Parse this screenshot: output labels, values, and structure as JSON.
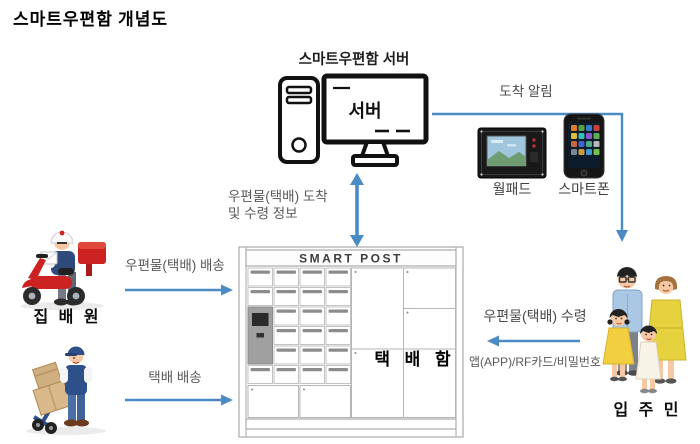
{
  "title": "스마트우편함 개념도",
  "colors": {
    "arrow_blue": "#4a8bc4",
    "postal_red": "#cc2222",
    "label_gray": "#595959"
  },
  "server": {
    "label": "스마트우편함 서버",
    "screen_text": "서버",
    "icon": "desktop-computer-icon"
  },
  "notification": {
    "label": "도착 알림",
    "devices": {
      "wallpad": {
        "label": "월패드",
        "icon": "wallpad-icon"
      },
      "smartphone": {
        "label": "스마트폰",
        "icon": "smartphone-icon"
      }
    }
  },
  "server_locker_link": {
    "line1": "우편물(택배) 도착",
    "line2": "및 수령 정보"
  },
  "postman": {
    "label": "집 배 원",
    "arrow_label": "우편물(택배) 배송",
    "icon": "postman-scooter-illustration"
  },
  "courier": {
    "arrow_label": "택배 배송",
    "icon": "courier-handtruck-illustration"
  },
  "locker": {
    "header": "SMART POST",
    "label": "택 배 함"
  },
  "residents": {
    "label": "입 주 민",
    "receive_arrow_label": "우편물(택배) 수령",
    "auth_label": "앱(APP)/RF카드/비밀번호",
    "icon": "family-illustration"
  }
}
